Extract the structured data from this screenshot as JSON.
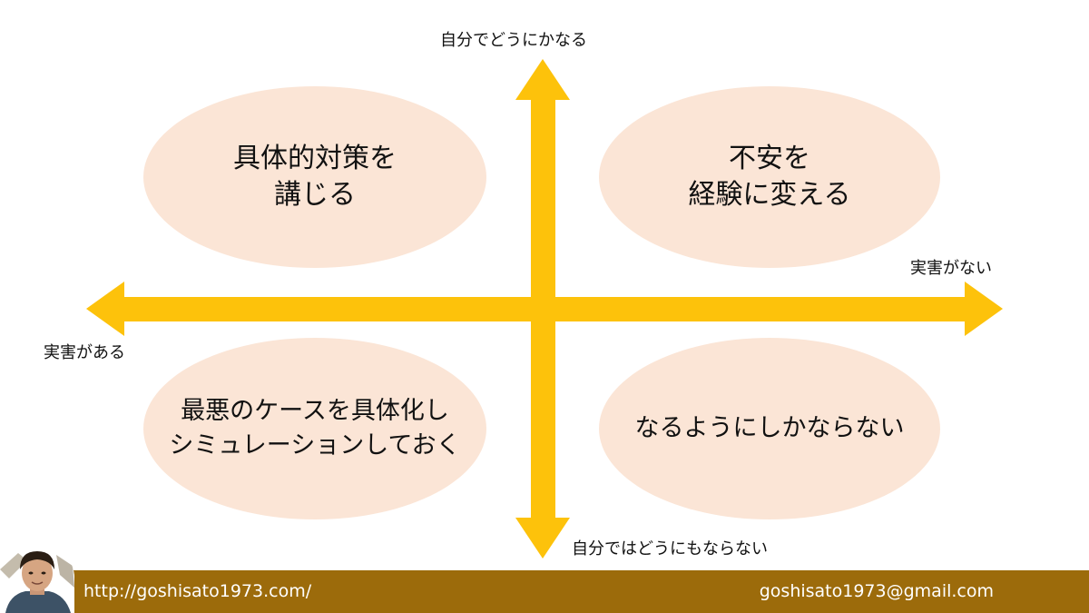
{
  "axes": {
    "top": "自分でどうにかなる",
    "bottom": "自分ではどうにもならない",
    "right": "実害がない",
    "left": "実害がある",
    "color": "#fdc20b"
  },
  "quadrants": {
    "top_left": [
      "具体的対策を",
      "講じる"
    ],
    "top_right": [
      "不安を",
      "経験に変える"
    ],
    "bottom_left": [
      "最悪のケースを具体化し",
      "シミュレーションしておく"
    ],
    "bottom_right": [
      "なるようにしかならない"
    ],
    "fill_color": "#fbe5d6"
  },
  "footer": {
    "url": "http://goshisato1973.com/",
    "email": "goshisato1973@gmail.com",
    "bar_color": "#9c6b0b"
  },
  "avatar": {
    "icon": "person-photo"
  }
}
